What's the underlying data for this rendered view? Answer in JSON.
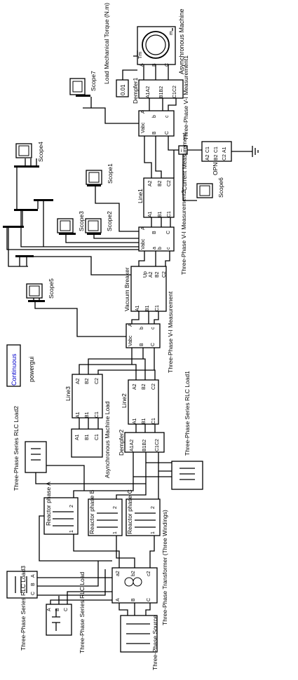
{
  "labels": {
    "asynchronous_machine": "Asynchronous Machine",
    "load_torque": "Load Mechanical Torque (N.m)",
    "torque_value": "0.01",
    "dempfer1": "Dempfer1",
    "vi_measurement1": "Three-Phase V-I Measurement1",
    "line1": "Line1",
    "vi_measurement2": "Three-Phase V-I Measurement2",
    "current_measurement": "Current Measurement",
    "opn": "OPN",
    "vacuum_breaker": "Vacuum Breaker",
    "vi_measurement": "Three-Phase V-I Measurement",
    "line2": "Line2",
    "line3": "Line3",
    "dempfer2": "Dempfer2",
    "async_machine_load": "Asynchronous Machine Load",
    "rlc_load1": "Three-Phase Series RLC Load1",
    "rlc_load2": "Three-Phase Series RLC Load2",
    "rlc_load3": "Three-Phase Series RLC Load3",
    "rlc_load": "Three-Phase Series RLC Load",
    "reactor_a": "Reactor phase A",
    "reactor_b": "Reactor phase B",
    "reactor_c": "Reactor phase C",
    "transformer": "Three-Phase Transformer (Three Windings)",
    "source": "Three-Phase Source",
    "powergui": "powergui",
    "continuous": "Continuous",
    "scope1": "Scope1",
    "scope2": "Scope2",
    "scope3": "Scope3",
    "scope4": "Scope4",
    "scope5": "Scope5",
    "scope6": "Scope6",
    "scope7": "Scope7"
  },
  "ports": {
    "abc_short": [
      "A",
      "B",
      "C"
    ],
    "abc_upper": [
      "A1",
      "B1",
      "C1"
    ],
    "abc_lower": [
      "A2",
      "B2",
      "C2"
    ],
    "abc_dempfer": [
      "A1A2",
      "B1B2",
      "C1C2"
    ],
    "vabc": "Vabc",
    "iabc_lower": [
      "a",
      "b",
      "c"
    ],
    "tm": "Tm",
    "m": "m",
    "breaker_up": "Up",
    "wind_2": "2",
    "wind_1": "1",
    "transformer_sec": [
      "a2",
      "b2",
      "c2"
    ],
    "opn_ports": [
      "C1",
      "C1",
      "A1",
      "A2",
      "B2",
      "C2"
    ]
  },
  "colors": {
    "wire": "#000000",
    "background": "#ffffff",
    "powergui_text": "#0000cc"
  }
}
